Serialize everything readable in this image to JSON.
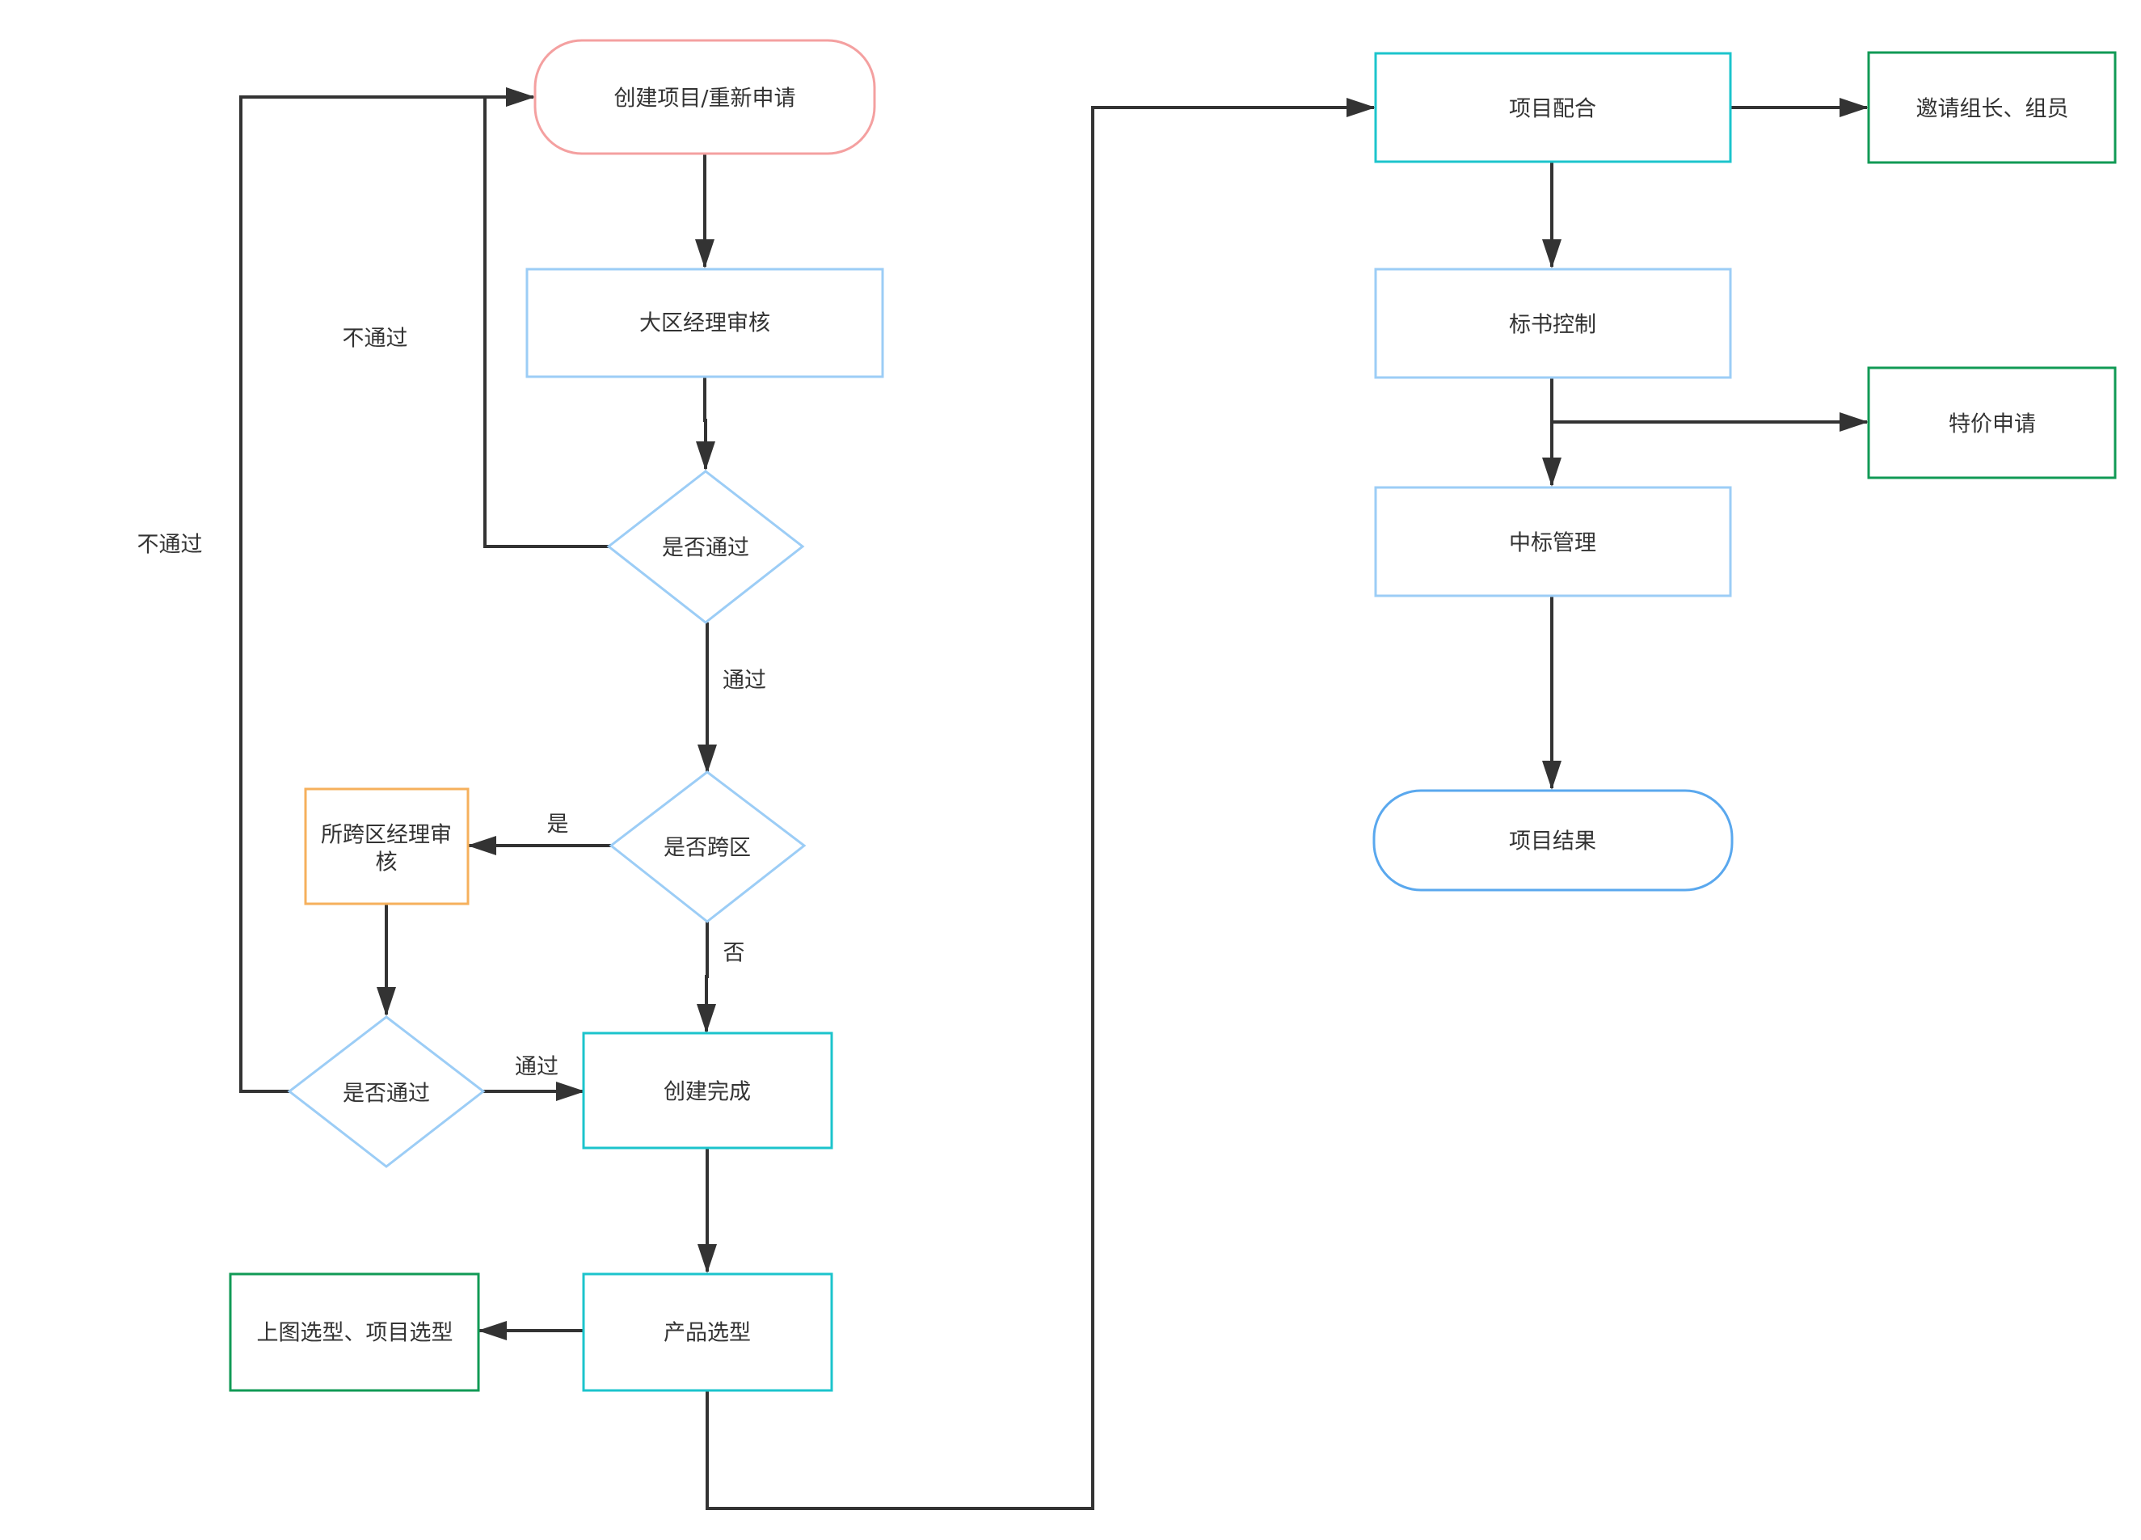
{
  "nodes": {
    "create_project": {
      "label": "创建项目/重新申请",
      "stroke": "#f4a0a0"
    },
    "region_review": {
      "label": "大区经理审核",
      "stroke": "#9ccdf6"
    },
    "pass_check_1": {
      "label": "是否通过",
      "stroke": "#9ccdf6"
    },
    "cross_region_check": {
      "label": "是否跨区",
      "stroke": "#9ccdf6"
    },
    "cross_region_review": {
      "label_line1": "所跨区经理审",
      "label_line2": "核",
      "stroke": "#f6b05c"
    },
    "pass_check_2": {
      "label": "是否通过",
      "stroke": "#9ccdf6"
    },
    "create_done": {
      "label": "创建完成",
      "stroke": "#1cc4cc"
    },
    "product_select": {
      "label": "产品选型",
      "stroke": "#1cc4cc"
    },
    "map_select": {
      "label": "上图选型、项目选型",
      "stroke": "#119a55"
    },
    "project_coop": {
      "label": "项目配合",
      "stroke": "#1cc4cc"
    },
    "invite_members": {
      "label": "邀请组长、组员",
      "stroke": "#119a55"
    },
    "bid_control": {
      "label": "标书控制",
      "stroke": "#9ccdf6"
    },
    "special_price": {
      "label": "特价申请",
      "stroke": "#119a55"
    },
    "bid_win": {
      "label": "中标管理",
      "stroke": "#9ccdf6"
    },
    "project_result": {
      "label": "项目结果",
      "stroke": "#5aa8ee"
    }
  },
  "edge_labels": {
    "fail_1": "不通过",
    "fail_2": "不通过",
    "pass_1": "通过",
    "yes": "是",
    "no": "否",
    "pass_2": "通过"
  },
  "colors": {
    "line": "#333333",
    "text": "#333333"
  }
}
